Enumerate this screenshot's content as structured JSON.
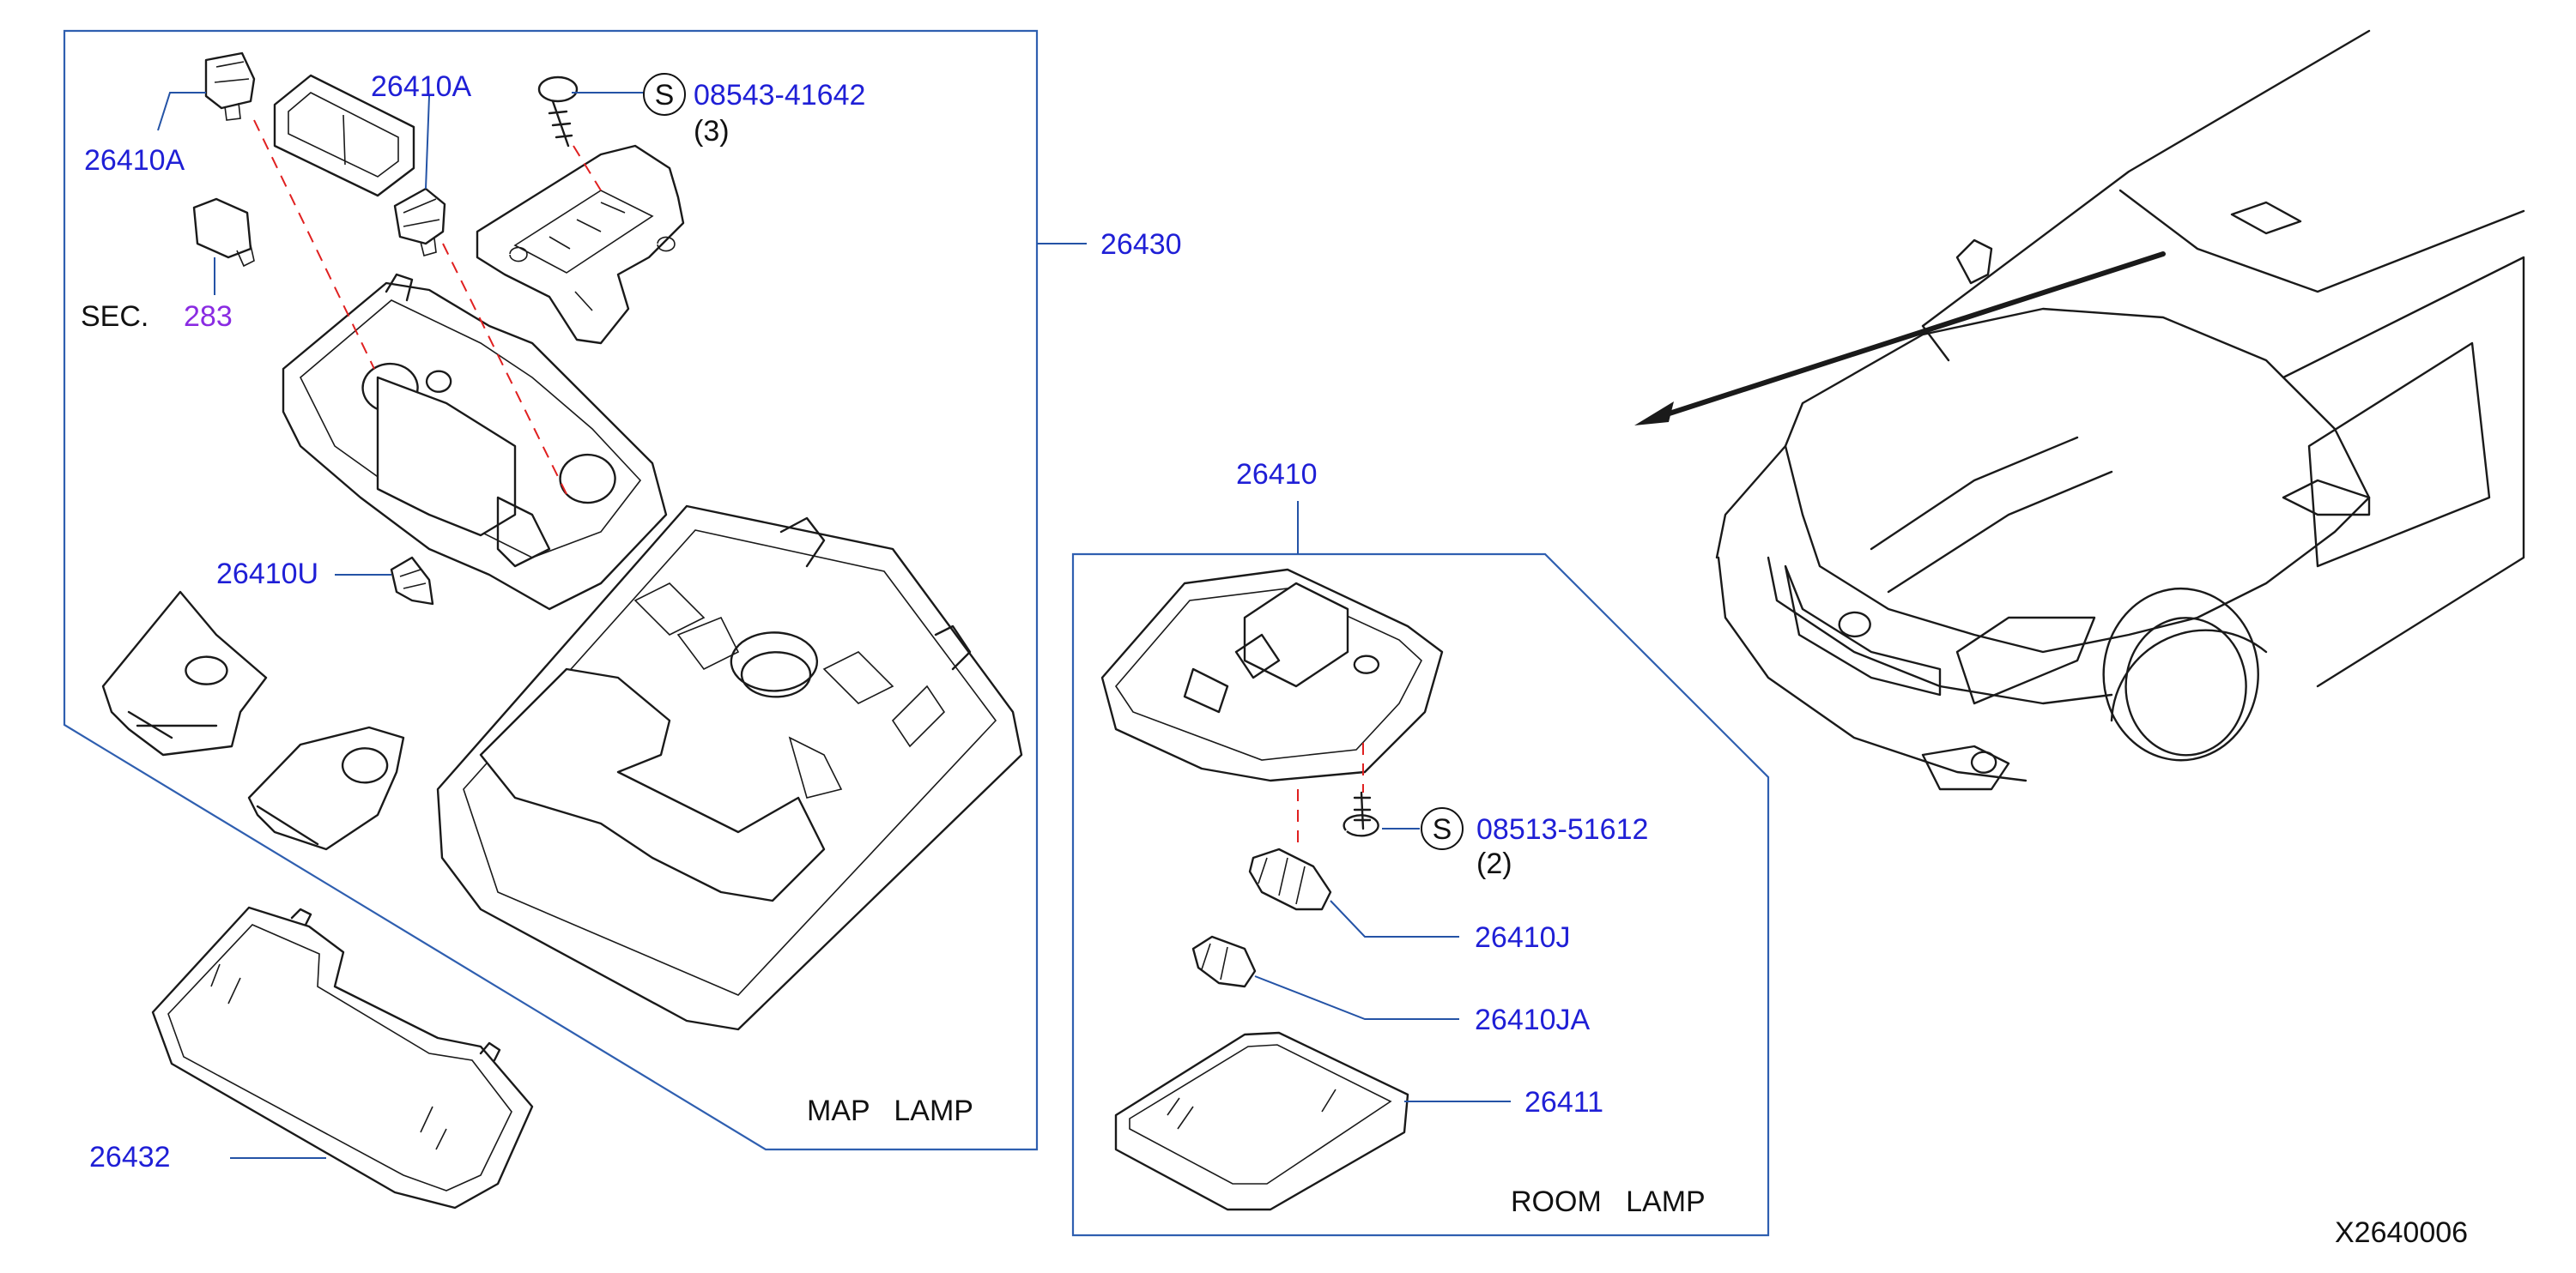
{
  "colors": {
    "part_number": "#1f1fd6",
    "section_ref": "#8a2be2",
    "frame": "#2f5fb0",
    "centerline": "#e02020",
    "linework": "#1a1a1a"
  },
  "map_lamp": {
    "assembly_part": "26430",
    "title": "MAP   LAMP",
    "parts": {
      "bulb_socket_left": "26410A",
      "bulb_socket_right": "26410A",
      "clip": "26410U",
      "lens": "26432"
    },
    "screw": {
      "symbol": "S",
      "part": "08543-41642",
      "qty": "(3)"
    },
    "section_ref": {
      "prefix": "SEC.",
      "number": "283"
    }
  },
  "room_lamp": {
    "assembly_part": "26410",
    "title": "ROOM   LAMP",
    "screw": {
      "symbol": "S",
      "part": "08513-51612",
      "qty": "(2)"
    },
    "parts": {
      "bulb": "26410J",
      "socket": "26410JA",
      "lens": "26411"
    }
  },
  "vehicle": {
    "icon": "car-front-quarter-icon"
  },
  "diagram_code": "X2640006"
}
